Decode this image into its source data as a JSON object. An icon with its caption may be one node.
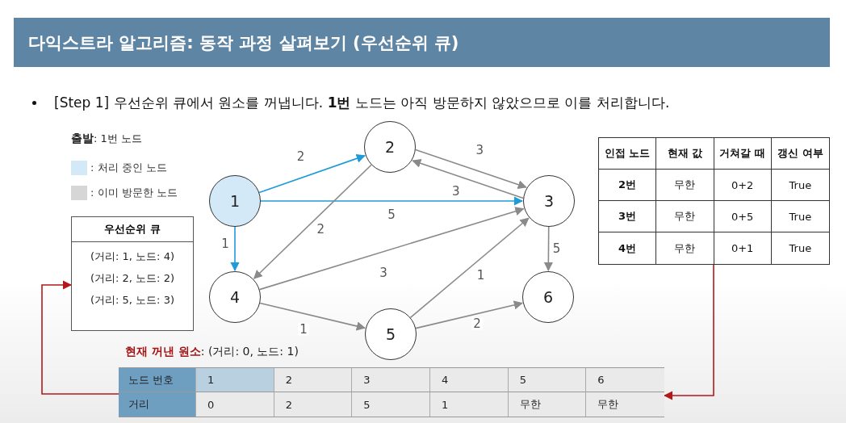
{
  "diagram": {
    "title": "다익스트라 알고리즘: 동작 과정 살펴보기 (우선순위 큐)",
    "nodes": [
      {
        "text": [
          "1"
        ]
      },
      {
        "text": [
          "2"
        ]
      },
      {
        "text": [
          "3"
        ]
      },
      {
        "text": [
          "4"
        ]
      },
      {
        "text": [
          "5"
        ]
      },
      {
        "text": [
          "6"
        ]
      },
      {
        "text": [
          "인접 노드",
          "현재 값",
          "거쳐갈 때",
          "갱신 여부",
          "2번",
          "무한",
          "0+2",
          "True",
          "3번",
          "무한",
          "0+5",
          "True",
          "4번",
          "무한",
          "0+1",
          "True"
        ]
      },
      {
        "text": [
          "노드 번호",
          "1",
          "2",
          "3",
          "4",
          "5",
          "6",
          "거리",
          "0",
          "2",
          "5",
          "1",
          "무한",
          "무한"
        ]
      },
      {
        "text": [
          "우선순위 큐",
          "(거리: 1, 노드: 4)",
          "(거리: 2, 노드: 2)",
          "(거리: 5, 노드: 3)"
        ]
      }
    ],
    "edges": [
      {
        "from": 0,
        "to": 1,
        "arrow": "to",
        "label": "2",
        "color": "#1f9bd7"
      },
      {
        "from": 0,
        "to": 2,
        "arrow": "to",
        "label": "5",
        "color": "#1f9bd7"
      },
      {
        "from": 0,
        "to": 3,
        "arrow": "to",
        "label": "1",
        "color": "#1f9bd7"
      },
      {
        "from": 1,
        "to": 2,
        "arrow": "to",
        "label": "3"
      },
      {
        "from": 2,
        "to": 1,
        "arrow": "to",
        "label": "3"
      },
      {
        "from": 1,
        "to": 3,
        "arrow": "to",
        "label": "2"
      },
      {
        "from": 3,
        "to": 2,
        "arrow": "to",
        "label": "3"
      },
      {
        "from": 3,
        "to": 4,
        "arrow": "to",
        "label": "1"
      },
      {
        "from": 4,
        "to": 2,
        "arrow": "to",
        "label": "1"
      },
      {
        "from": 4,
        "to": 5,
        "arrow": "to",
        "label": "2"
      },
      {
        "from": 2,
        "to": 5,
        "arrow": "to",
        "label": "5"
      },
      {
        "from": 6,
        "to": 7,
        "arrow": "to",
        "color": "#b3191b"
      },
      {
        "from": 7,
        "to": 8,
        "arrow": "to",
        "color": "#b3191b"
      }
    ],
    "labels": [
      "[Step 1] 우선순위 큐에서 원소를 꺼냅니다. **1번** 노드는 아직 방문하지 않았으므로 이를 처리합니다.",
      "**출발**: 1번 노드",
      "**현재 꺼낸 원소**: (거리: 0, 노드: 1)"
    ],
    "legend": [
      {
        "text": ": 처리 중인 노드",
        "color": "#d4e9f7"
      },
      {
        "text": ": 이미 방문한 노드",
        "color": "#d6d6d6"
      }
    ]
  }
}
